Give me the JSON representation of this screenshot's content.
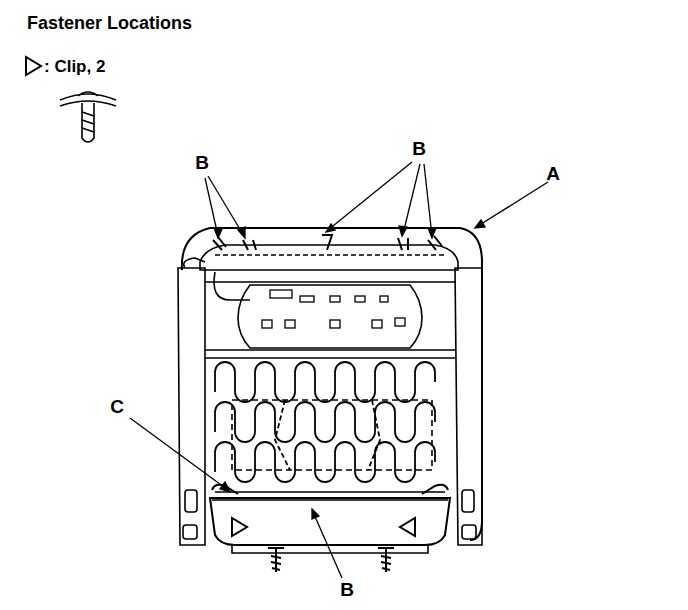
{
  "diagram": {
    "title": "Fastener Locations",
    "labels": [
      "B",
      "B",
      "A",
      "C",
      "B"
    ],
    "legend": [
      {
        "text": ": Clip, 2"
      }
    ]
  }
}
